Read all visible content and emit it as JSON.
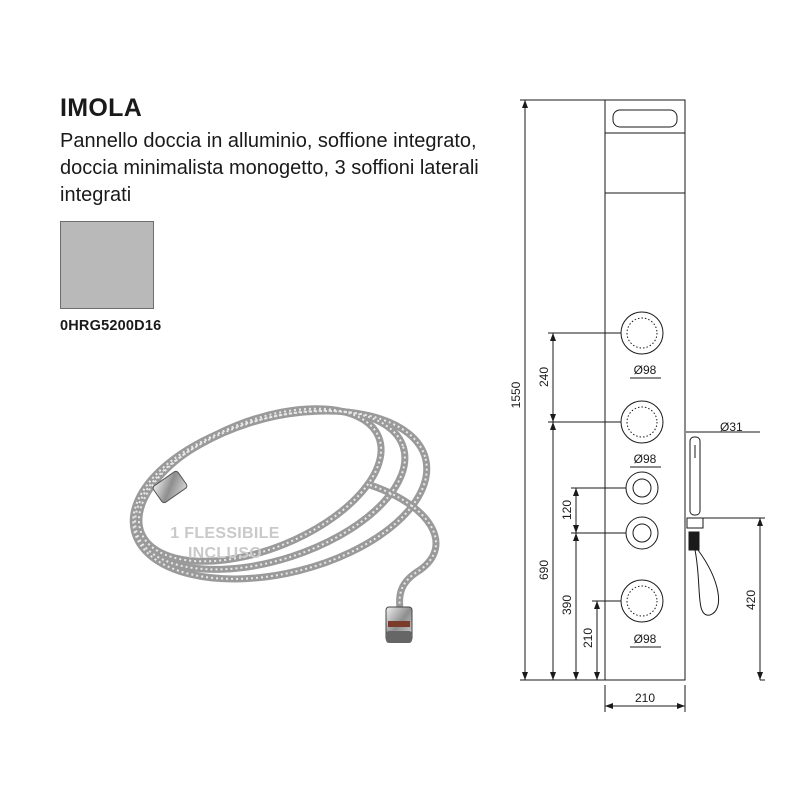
{
  "product": {
    "name": "IMOLA",
    "description": "Pannello doccia in alluminio, soffione integrato, doccia minimalista monogetto, 3 soffioni laterali integrati",
    "finish_color": "#b9b9b9",
    "code": "0HRG5200D16"
  },
  "accessory": {
    "label_line1": "1 FLESSIBILE",
    "label_line2": "INCLUSO"
  },
  "dimensions": {
    "total_height": "1550",
    "jet_spacing": "240",
    "lower_block_height": "690",
    "control_spacing": "120",
    "lower_control_height": "390",
    "lower_jet_height": "210",
    "hand_shower_height": "420",
    "panel_width": "210",
    "jet_diameter": "Ø98",
    "hand_shower_diameter": "Ø31"
  }
}
